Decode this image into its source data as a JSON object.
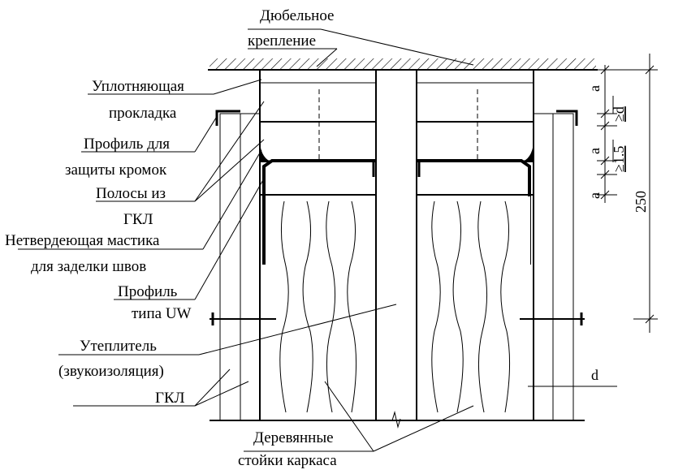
{
  "labels": {
    "dowel_1": "Дюбельное",
    "dowel_2": "крепление",
    "seal_1": "Уплотняющая",
    "seal_2": "прокладка",
    "edge_profile_1": "Профиль для",
    "edge_profile_2": "защиты кромок",
    "gkl_strips_1": "Полосы из",
    "gkl_strips_2": "ГКЛ",
    "mastic_1": "Нетвердеющая мастика",
    "mastic_2": "для заделки швов",
    "uw_profile_1": "Профиль",
    "uw_profile_2": "типа UW",
    "insulation_1": "Утеплитель",
    "insulation_2": "(звукоизоляция)",
    "gkl": "ГКЛ",
    "studs_1": "Деревянные",
    "studs_2": "стойки каркаса"
  },
  "dimensions": {
    "a_top": "a",
    "ge_d": "≥d",
    "a_mid": "a",
    "ge_1_5": "≥1.5",
    "a_low": "a",
    "total": "250",
    "d": "d"
  }
}
